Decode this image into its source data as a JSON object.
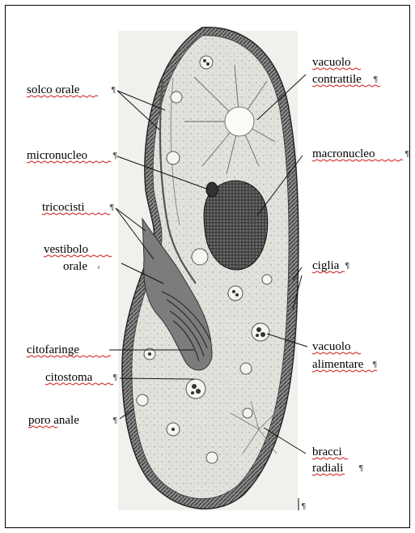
{
  "labels": {
    "solco_orale": "solco orale",
    "micronucleo": "micronucleo",
    "tricocisti": "tricocisti",
    "vestibolo_1": "vestibolo",
    "vestibolo_2": "orale",
    "citofaringe": "citofaringe",
    "citostoma": "citostoma",
    "poro_anale": "poro anale",
    "vacuolo_contrattile_1": "vacuolo",
    "vacuolo_contrattile_2": "contrattile",
    "macronucleo": "macronucleo",
    "ciglia": "ciglia",
    "vacuolo_alimentare_1": "vacuolo",
    "vacuolo_alimentare_2": "alimentare",
    "bracci_1": "bracci",
    "bracci_2": "radiali"
  },
  "marks": {
    "pilcrow": "¶",
    "return_mark": "‹"
  },
  "colors": {
    "ink": "#000000",
    "drawing_bg": "#f1f0ec",
    "spellcheck": "#d01818"
  }
}
